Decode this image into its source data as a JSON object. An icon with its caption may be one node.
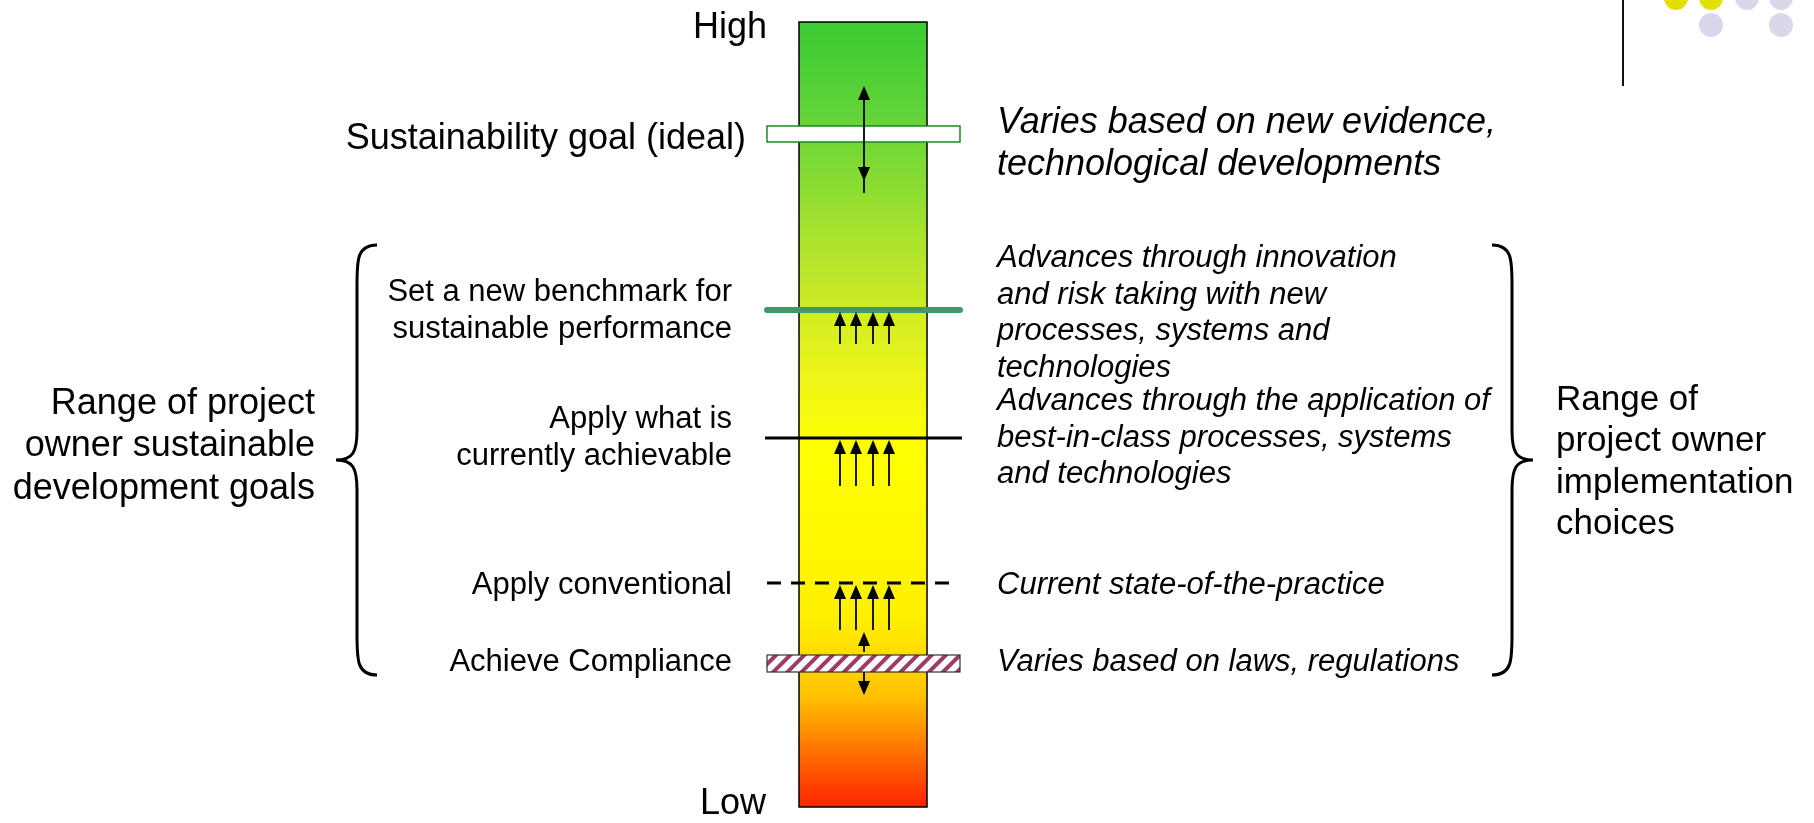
{
  "diagram": {
    "labels": [
      "High",
      "Sustainability goal (ideal)",
      "Varies based on new evidence, technological developments",
      "Set a new benchmark for sustainable performance",
      "Advances through innovation and risk taking with new processes, systems and technologies",
      "Range of project owner sustainable development goals",
      "Apply what is currently achievable",
      "Advances through the application of best-in-class processes, systems and technologies",
      "Range of project owner implementation choices",
      "Apply conventional",
      "Current state-of-the-practice",
      "Achieve Compliance",
      "Varies based on laws, regulations",
      "Low"
    ]
  }
}
